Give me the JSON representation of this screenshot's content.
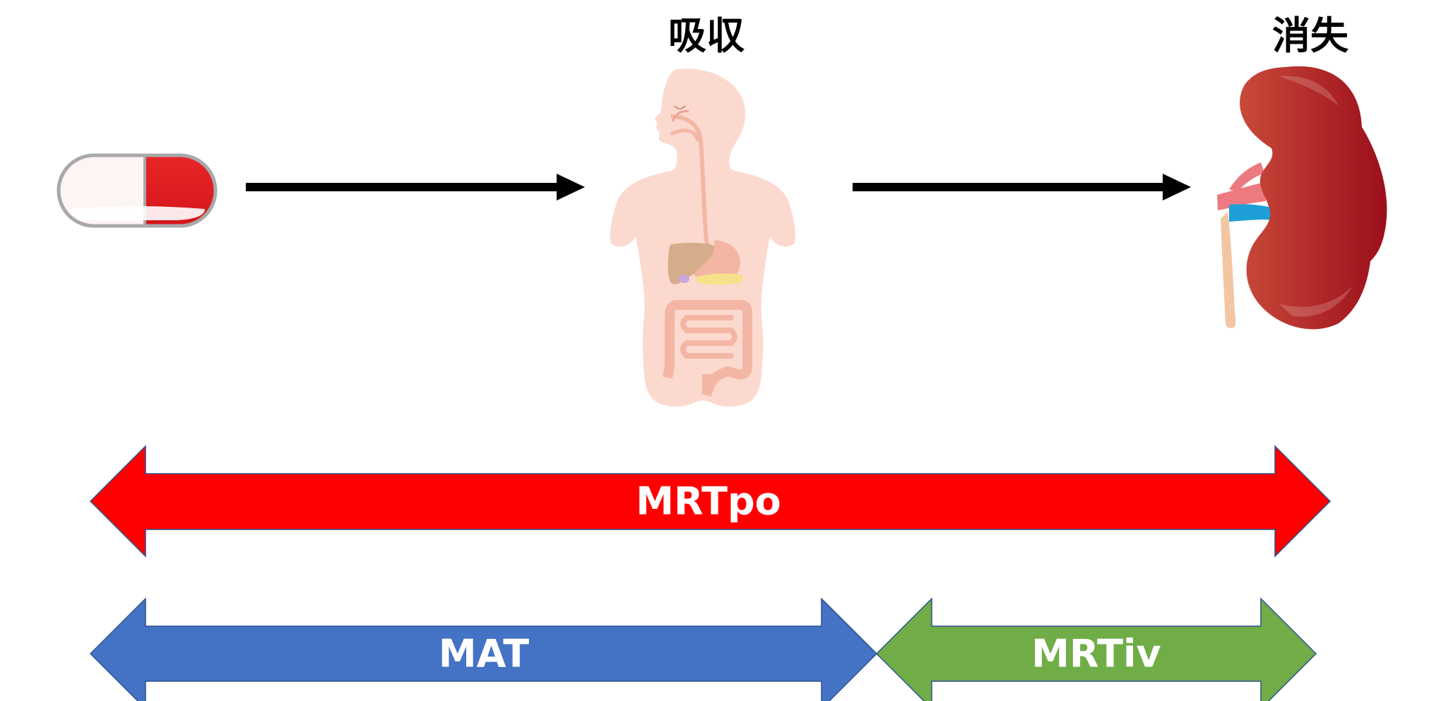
{
  "labels": {
    "absorption": "吸収",
    "elimination": "消失"
  },
  "arrows": {
    "mrtpo": {
      "label": "MRTpo",
      "color": "#ff0000"
    },
    "mat": {
      "label": "MAT",
      "color": "#4472c4"
    },
    "mrtiv": {
      "label": "MRTiv",
      "color": "#70ad47"
    }
  },
  "icons": {
    "capsule": "capsule-icon",
    "body": "human-digestive-system-icon",
    "kidney": "kidney-icon"
  }
}
